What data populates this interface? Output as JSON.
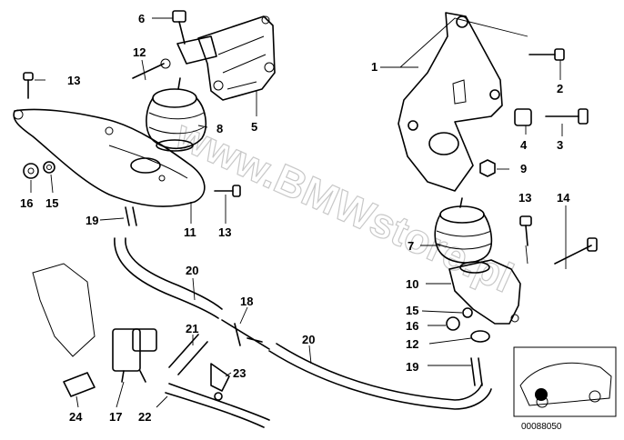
{
  "watermark": "www.BMWstore.pl",
  "diagram_code": "00088050",
  "labels": {
    "p1": "1",
    "p2": "2",
    "p3": "3",
    "p4": "4",
    "p5": "5",
    "p6": "6",
    "p7": "7",
    "p8": "8",
    "p9": "9",
    "p10": "10",
    "p11": "11",
    "p12a": "12",
    "p12b": "12",
    "p13a": "13",
    "p13b": "13",
    "p13c": "13",
    "p14": "14",
    "p15a": "15",
    "p15b": "15",
    "p16a": "16",
    "p16b": "16",
    "p17": "17",
    "p18": "18",
    "p19a": "19",
    "p19b": "19",
    "p20a": "20",
    "p20b": "20",
    "p21": "21",
    "p22": "22",
    "p23": "23",
    "p24": "24"
  }
}
